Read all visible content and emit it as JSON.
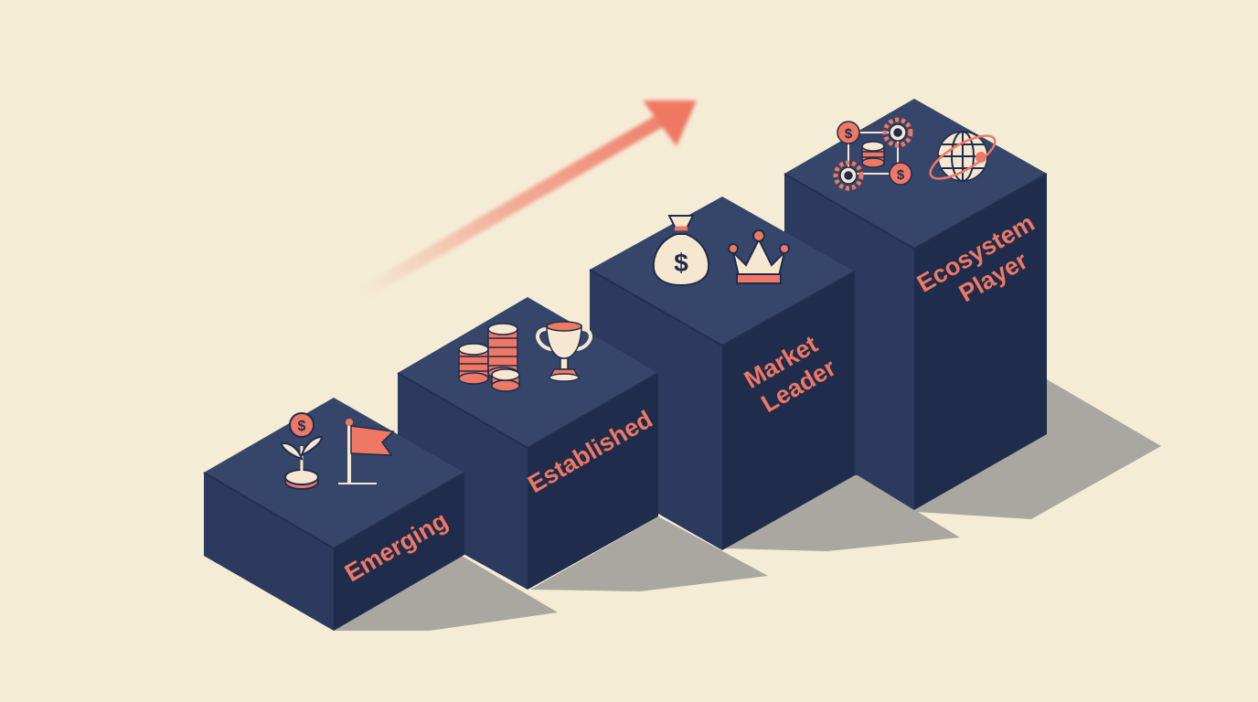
{
  "diagram": {
    "stages": [
      {
        "id": "emerging",
        "label_lines": [
          "Emerging"
        ],
        "icons": [
          "sprout-coin-icon",
          "flag-icon"
        ]
      },
      {
        "id": "established",
        "label_lines": [
          "Established"
        ],
        "icons": [
          "coin-stacks-icon",
          "trophy-icon"
        ]
      },
      {
        "id": "market-leader",
        "label_lines": [
          "Market",
          "Leader"
        ],
        "icons": [
          "money-bag-icon",
          "crown-icon"
        ]
      },
      {
        "id": "ecosystem-player",
        "label_lines": [
          "Ecosystem",
          "Player"
        ],
        "icons": [
          "network-icon",
          "globe-icon"
        ]
      }
    ],
    "icon_glyphs": {
      "currency": "$"
    },
    "arrow": {
      "direction": "up-right",
      "icon": "growth-arrow-icon"
    }
  },
  "colors": {
    "background": "#f5ecd6",
    "block_top": "#35466a",
    "block_left": "#2b3a5e",
    "block_right": "#1f2c4c",
    "accent": "#ef7864",
    "icon_cream": "#f6e7d0",
    "shadow": "#a9a7a0"
  }
}
